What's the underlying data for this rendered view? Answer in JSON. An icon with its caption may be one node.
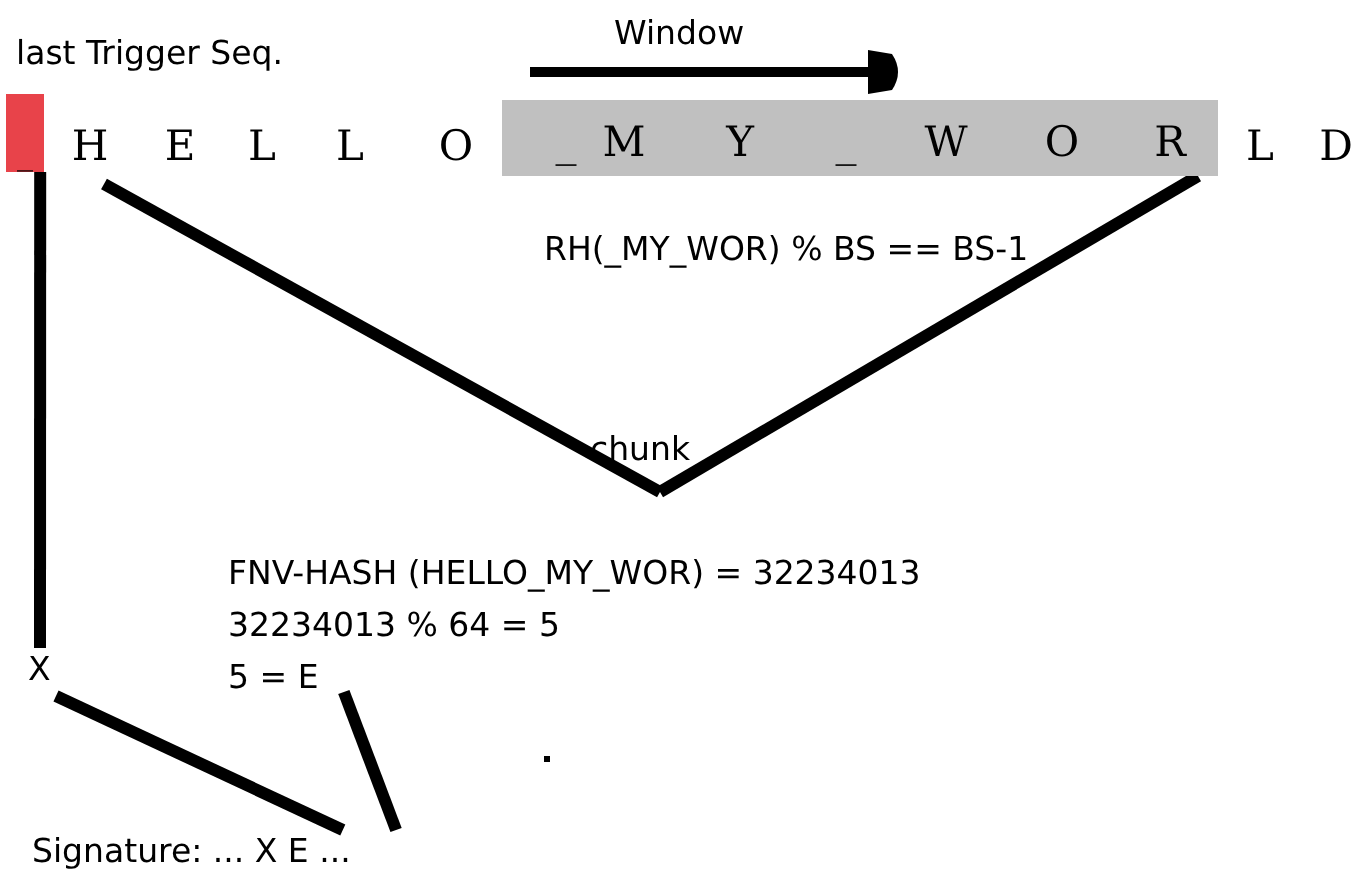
{
  "diagram": {
    "nodes": [
      {
        "text": [
          "_"
        ]
      },
      {
        "text": [
          "H"
        ]
      },
      {
        "text": [
          "E"
        ]
      },
      {
        "text": [
          "L"
        ]
      },
      {
        "text": [
          "L"
        ]
      },
      {
        "text": [
          "O"
        ]
      },
      {
        "text": [],
        "shape": "bar"
      },
      {
        "text": [
          "_"
        ],
        "in": 6
      },
      {
        "text": [
          "M"
        ],
        "in": 6
      },
      {
        "text": [
          "Y"
        ],
        "in": 6
      },
      {
        "text": [
          "_"
        ],
        "in": 6
      },
      {
        "text": [
          "W"
        ],
        "in": 6
      },
      {
        "text": [
          "O"
        ],
        "in": 6
      },
      {
        "text": [
          "R"
        ],
        "in": 6
      },
      {
        "text": [
          "L"
        ]
      },
      {
        "text": [
          "D"
        ]
      },
      {
        "text": [
          "chunk"
        ]
      },
      {
        "text": [
          "X"
        ]
      },
      {
        "text": [
          "FNV-HASH (HELLO_MY_WOR) = 32234013",
          "32234013 % 64 = 5",
          "5 = E"
        ]
      },
      {
        "text": [
          "Signature: ... X E ..."
        ]
      }
    ],
    "edges": [
      {
        "from": 0,
        "to": 17,
        "arrow": "none"
      },
      {
        "from": 1,
        "to": 16,
        "arrow": "none"
      },
      {
        "from": 13,
        "to": 16,
        "arrow": "none"
      },
      {
        "from": 17,
        "to": 19,
        "arrow": "none"
      },
      {
        "from": 18,
        "to": 19,
        "arrow": "none"
      }
    ],
    "labels": [
      "last Trigger Seq.",
      "Window",
      "RH(_MY_WOR) % BS == BS-1"
    ]
  }
}
